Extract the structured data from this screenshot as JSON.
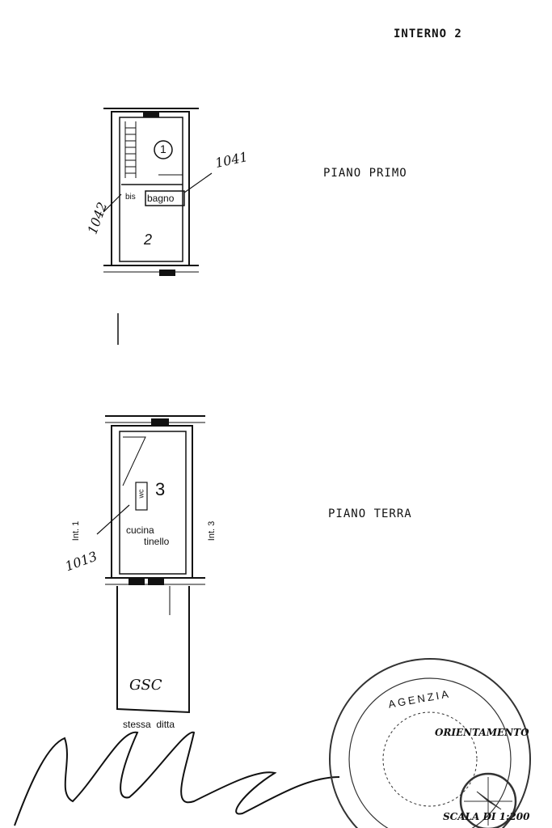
{
  "header": {
    "title": "INTERNO 2"
  },
  "floors": {
    "upper": {
      "label": "PIANO PRIMO",
      "rooms": [
        "1",
        "2"
      ],
      "bath_label": "bagno",
      "bath_prefix": "bis",
      "annotation_right": "1041",
      "annotation_left": "1042"
    },
    "ground": {
      "label": "PIANO TERRA",
      "room": "3",
      "wc": "wc",
      "kitchen": "cucina",
      "kitchen2": "tinello",
      "annotation": "1013",
      "neighbor_left": "Int. 1",
      "neighbor_right": "Int. 3",
      "yard": "GSC",
      "yard_caption": "stessa  ditta"
    }
  },
  "stamp": {
    "text": "ORIENTAMENTO",
    "scale": "SCALA DI 1:200",
    "ring": "AGENZIA"
  }
}
